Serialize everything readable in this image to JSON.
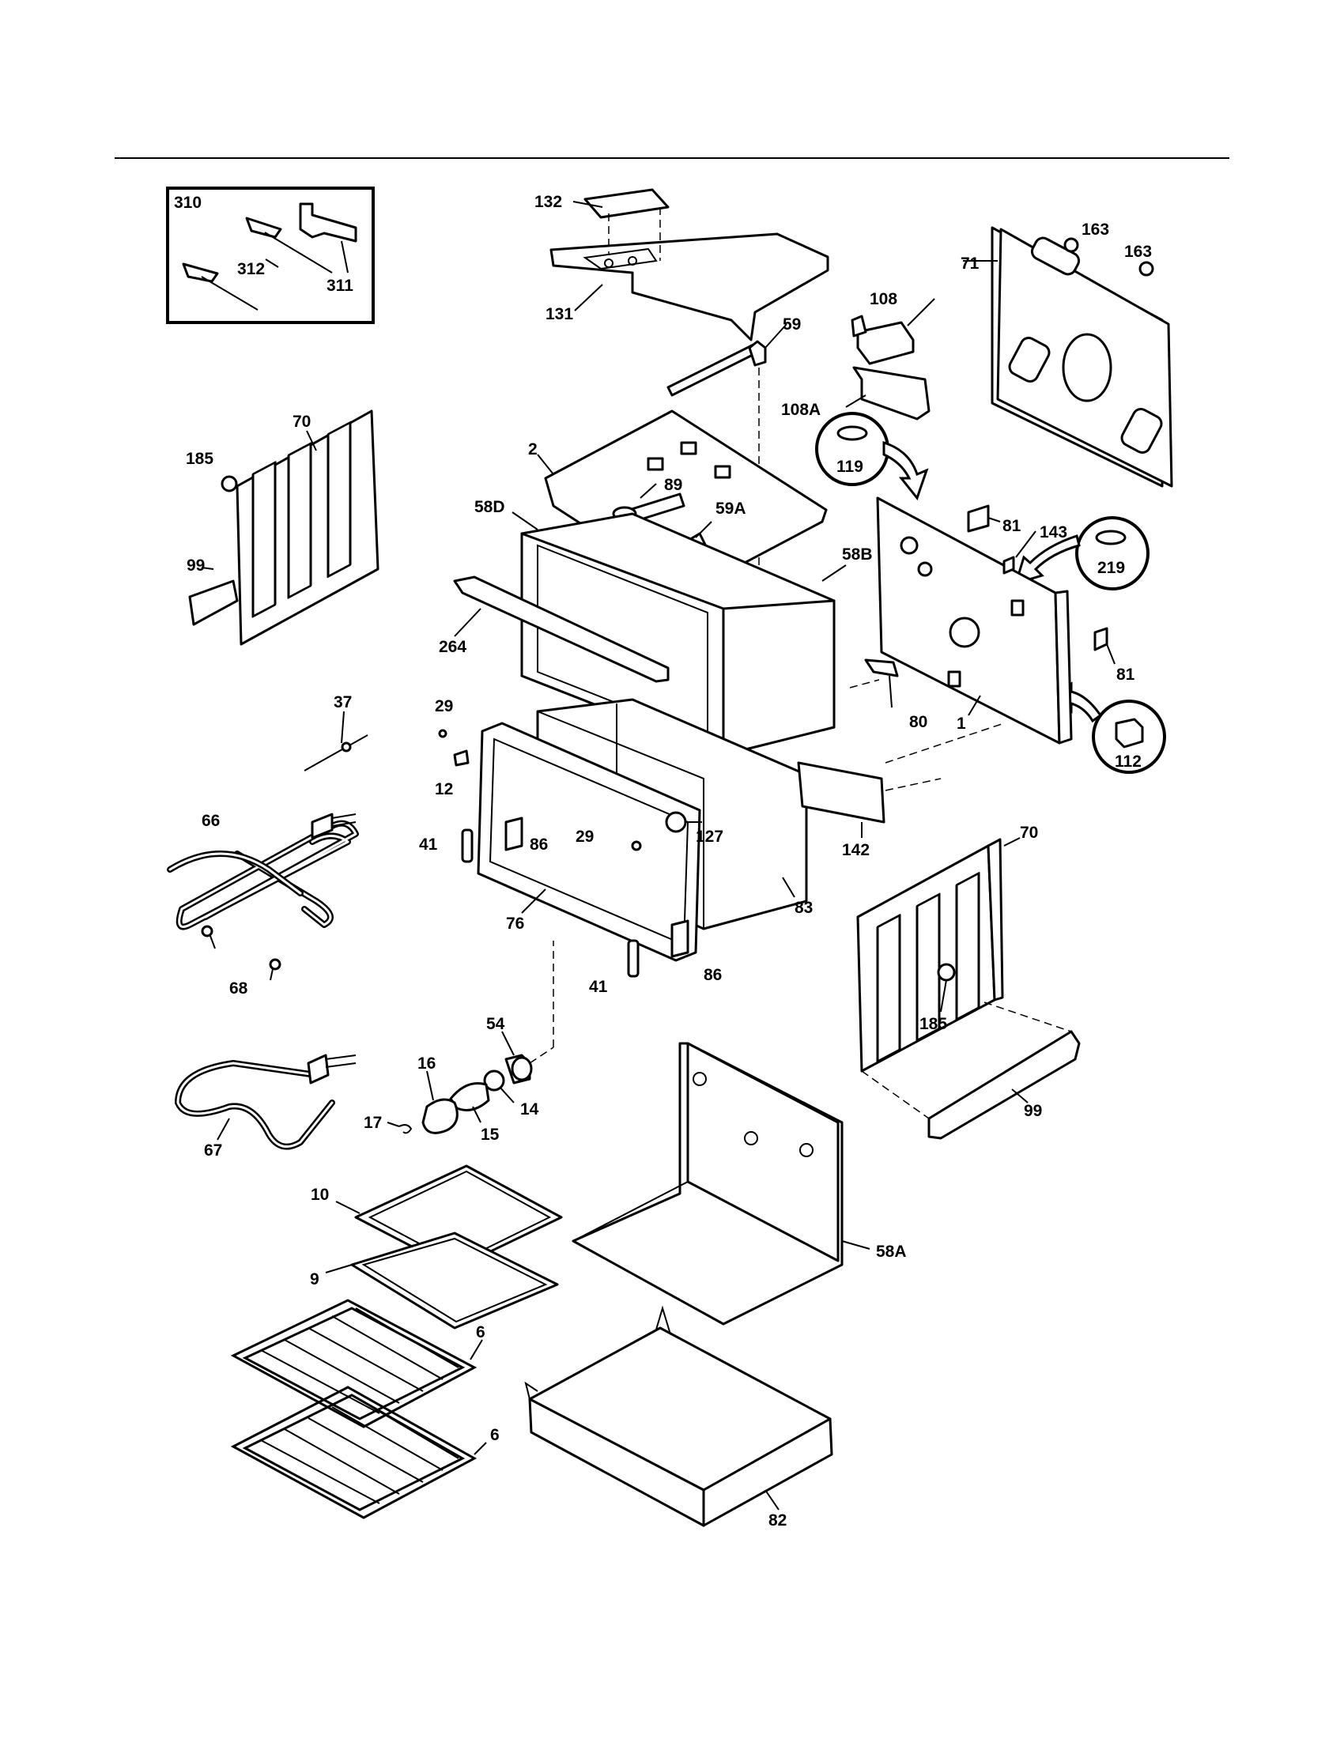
{
  "labels": {
    "l310": "310",
    "l312": "312",
    "l311": "311",
    "l132": "132",
    "l131": "131",
    "l59": "59",
    "l108": "108",
    "l108A": "108A",
    "l163a": "163",
    "l163b": "163",
    "l71": "71",
    "l119": "119",
    "l219": "219",
    "l112": "112",
    "l70a": "70",
    "l185a": "185",
    "l99a": "99",
    "l2": "2",
    "l89": "89",
    "l58D": "58D",
    "l59A": "59A",
    "l58B": "58B",
    "l264": "264",
    "l81a": "81",
    "l143": "143",
    "l81b": "81",
    "l80": "80",
    "l1": "1",
    "l37": "37",
    "l29a": "29",
    "l12": "12",
    "l29b": "29",
    "l127": "127",
    "l142": "142",
    "l66": "66",
    "l41a": "41",
    "l86a": "86",
    "l76": "76",
    "l83": "83",
    "l70b": "70",
    "l68": "68",
    "l41b": "41",
    "l86b": "86",
    "l185b": "185",
    "l54": "54",
    "l16": "16",
    "l14": "14",
    "l17": "17",
    "l15": "15",
    "l99b": "99",
    "l67": "67",
    "l10": "10",
    "l9": "9",
    "l58A": "58A",
    "l6a": "6",
    "l6b": "6",
    "l82": "82"
  }
}
